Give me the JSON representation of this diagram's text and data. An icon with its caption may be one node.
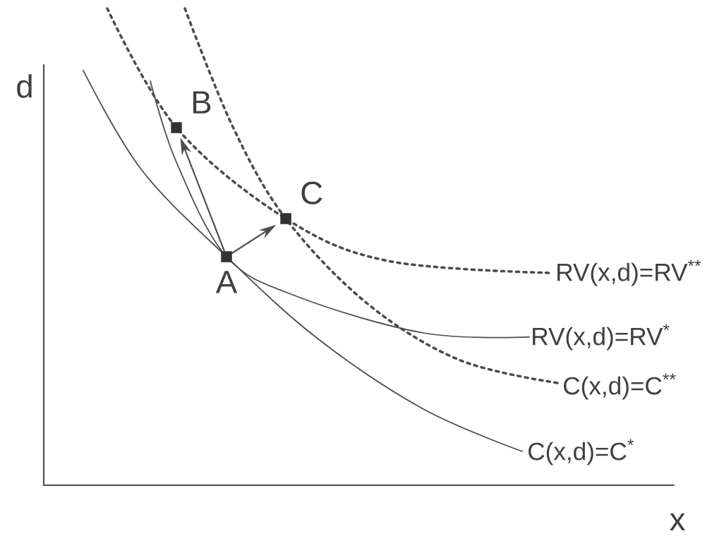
{
  "diagram": {
    "nodes": [
      {
        "text": [
          "A"
        ]
      },
      {
        "text": [
          "B"
        ]
      },
      {
        "text": [
          "C"
        ]
      }
    ],
    "edges": [
      {
        "from": 0,
        "to": 1,
        "arrow": "to"
      },
      {
        "from": 0,
        "to": 2,
        "arrow": "to"
      }
    ],
    "labels": [
      "d",
      "RV(x,d)=RV$^{**}$",
      "RV(x,d)=RV$^{*}$",
      "C(x,d)=C$^{**}$",
      "C(x,d)=C$^{*}$",
      "x"
    ]
  }
}
